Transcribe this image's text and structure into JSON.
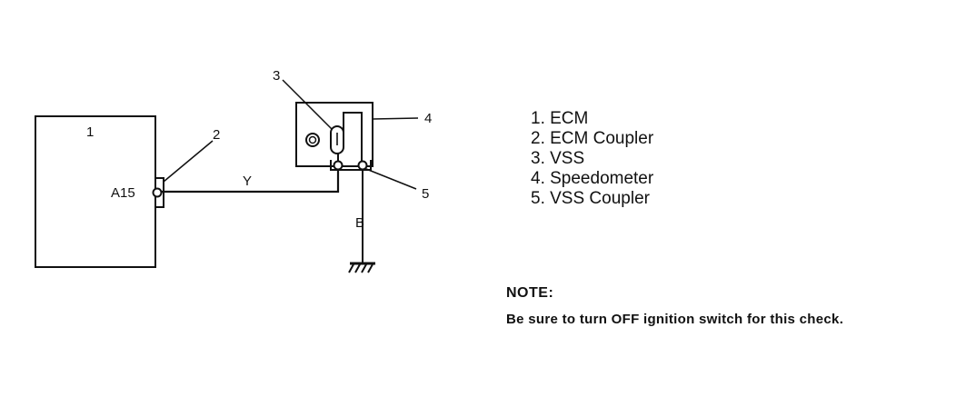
{
  "diagram": {
    "callouts": [
      "1",
      "2",
      "3",
      "4",
      "5"
    ],
    "terminal_label": "A15",
    "wire_y_label": "Y",
    "wire_b_label": "B"
  },
  "legend": [
    "1. ECM",
    "2. ECM Coupler",
    "3. VSS",
    "4. Speedometer",
    "5. VSS Coupler"
  ],
  "note": {
    "title": "NOTE:",
    "text": "Be sure to turn OFF ignition switch for this check."
  },
  "colors": {
    "line": "#111111",
    "background": "#ffffff"
  }
}
